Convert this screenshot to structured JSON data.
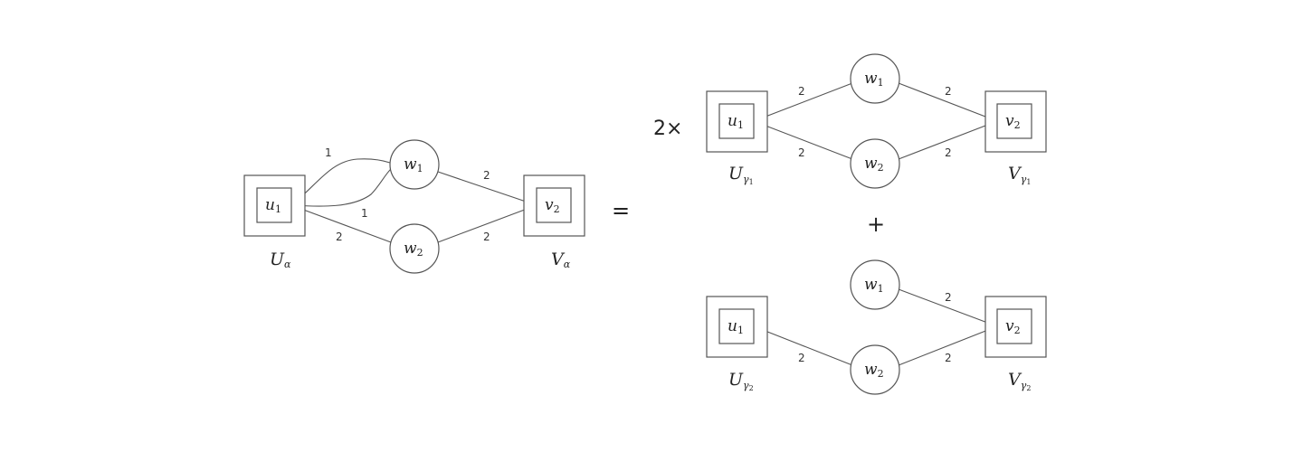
{
  "equation": {
    "equals": "=",
    "plus": "+",
    "multiplier": "2×"
  },
  "diagrams": [
    {
      "id": "alpha",
      "set_u": {
        "base": "U",
        "sub": "α",
        "subsub": ""
      },
      "set_v": {
        "base": "V",
        "sub": "α",
        "subsub": ""
      },
      "nodes": {
        "u": {
          "base": "u",
          "sub": "1"
        },
        "v": {
          "base": "v",
          "sub": "2"
        },
        "w1": {
          "base": "w",
          "sub": "1"
        },
        "w2": {
          "base": "w",
          "sub": "2"
        }
      },
      "edges": [
        {
          "from": "u1",
          "to": "w1",
          "weight": "1",
          "curve": "upper"
        },
        {
          "from": "u1",
          "to": "w1",
          "weight": "1",
          "curve": "lower"
        },
        {
          "from": "u1",
          "to": "w2",
          "weight": "2"
        },
        {
          "from": "w1",
          "to": "v2",
          "weight": "2"
        },
        {
          "from": "w2",
          "to": "v2",
          "weight": "2"
        }
      ]
    },
    {
      "id": "gamma1",
      "set_u": {
        "base": "U",
        "sub": "γ",
        "subsub": "1"
      },
      "set_v": {
        "base": "V",
        "sub": "γ",
        "subsub": "1"
      },
      "nodes": {
        "u": {
          "base": "u",
          "sub": "1"
        },
        "v": {
          "base": "v",
          "sub": "2"
        },
        "w1": {
          "base": "w",
          "sub": "1"
        },
        "w2": {
          "base": "w",
          "sub": "2"
        }
      },
      "edges": [
        {
          "from": "u1",
          "to": "w1",
          "weight": "2"
        },
        {
          "from": "u1",
          "to": "w2",
          "weight": "2"
        },
        {
          "from": "w1",
          "to": "v2",
          "weight": "2"
        },
        {
          "from": "w2",
          "to": "v2",
          "weight": "2"
        }
      ]
    },
    {
      "id": "gamma2",
      "set_u": {
        "base": "U",
        "sub": "γ",
        "subsub": "2"
      },
      "set_v": {
        "base": "V",
        "sub": "γ",
        "subsub": "2"
      },
      "nodes": {
        "u": {
          "base": "u",
          "sub": "1"
        },
        "v": {
          "base": "v",
          "sub": "2"
        },
        "w1": {
          "base": "w",
          "sub": "1"
        },
        "w2": {
          "base": "w",
          "sub": "2"
        }
      },
      "edges": [
        {
          "from": "u1",
          "to": "w2",
          "weight": "2"
        },
        {
          "from": "w1",
          "to": "v2",
          "weight": "2"
        },
        {
          "from": "w2",
          "to": "v2",
          "weight": "2"
        }
      ]
    }
  ]
}
